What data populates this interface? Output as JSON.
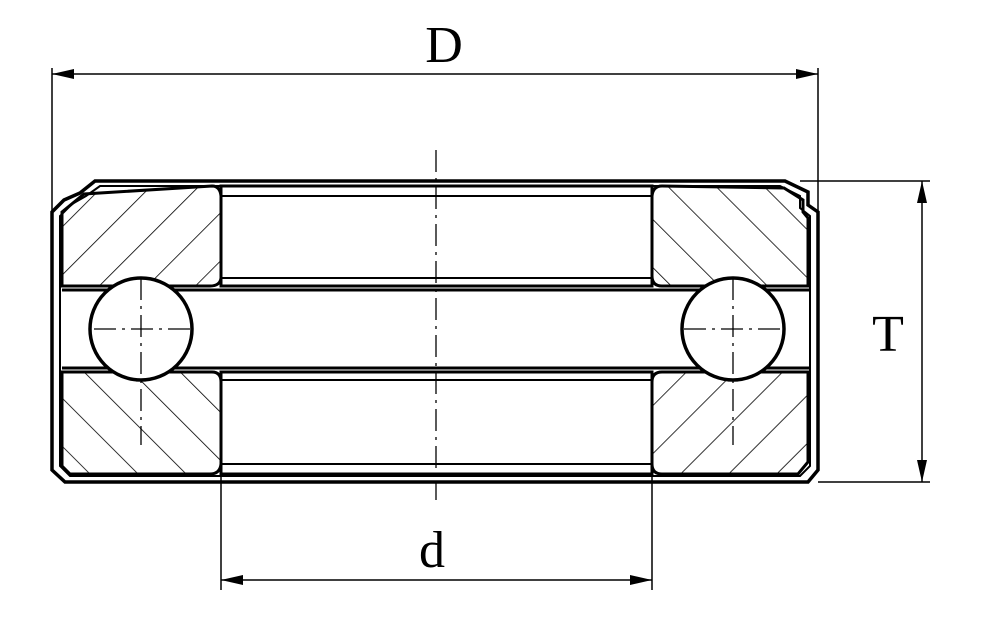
{
  "labels": {
    "outer_diameter": "D",
    "bore_diameter": "d",
    "height": "T"
  },
  "colors": {
    "ink": "#000000",
    "background": "#ffffff"
  }
}
